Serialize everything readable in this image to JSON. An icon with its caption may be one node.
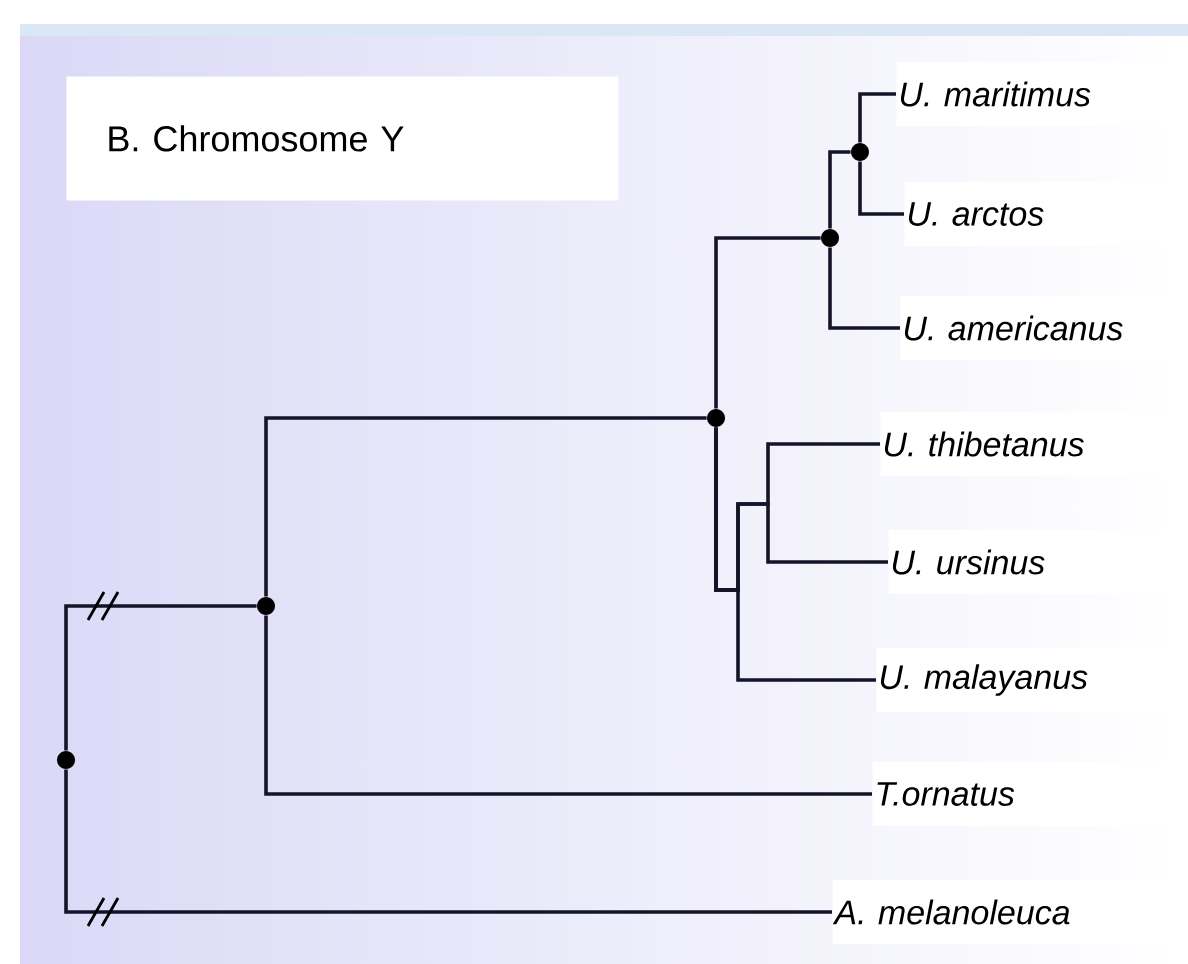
{
  "diagram": {
    "title": "B. Chromosome Y",
    "nodes": [
      {
        "text": [
          "U. maritimus"
        ]
      },
      {
        "text": [
          "U. arctos"
        ]
      },
      {
        "text": [
          "U. americanus"
        ]
      },
      {
        "text": [
          "U. thibetanus"
        ]
      },
      {
        "text": [
          "U. ursinus"
        ]
      },
      {
        "text": [
          "U. malayanus"
        ]
      },
      {
        "text": [
          "T.ornatus"
        ]
      },
      {
        "text": [
          "A. melanoleuca"
        ]
      },
      {
        "text": [],
        "shape": "circle"
      },
      {
        "text": [],
        "shape": "circle"
      },
      {
        "text": [],
        "shape": "circle"
      },
      {
        "text": [],
        "shape": "circle"
      },
      {
        "text": [],
        "shape": "circle"
      }
    ],
    "edges": [
      {
        "from": 8,
        "to": 9,
        "arrow": "none"
      },
      {
        "from": 8,
        "to": 7,
        "arrow": "none"
      },
      {
        "from": 9,
        "to": 10,
        "arrow": "none"
      },
      {
        "from": 9,
        "to": 6,
        "arrow": "none"
      },
      {
        "from": 10,
        "to": 11,
        "arrow": "none"
      },
      {
        "from": 10,
        "to": 3,
        "arrow": "none"
      },
      {
        "from": 10,
        "to": 4,
        "arrow": "none"
      },
      {
        "from": 10,
        "to": 5,
        "arrow": "none"
      },
      {
        "from": 11,
        "to": 12,
        "arrow": "none"
      },
      {
        "from": 11,
        "to": 2,
        "arrow": "none"
      },
      {
        "from": 12,
        "to": 0,
        "arrow": "none"
      },
      {
        "from": 12,
        "to": 1,
        "arrow": "none"
      }
    ]
  }
}
